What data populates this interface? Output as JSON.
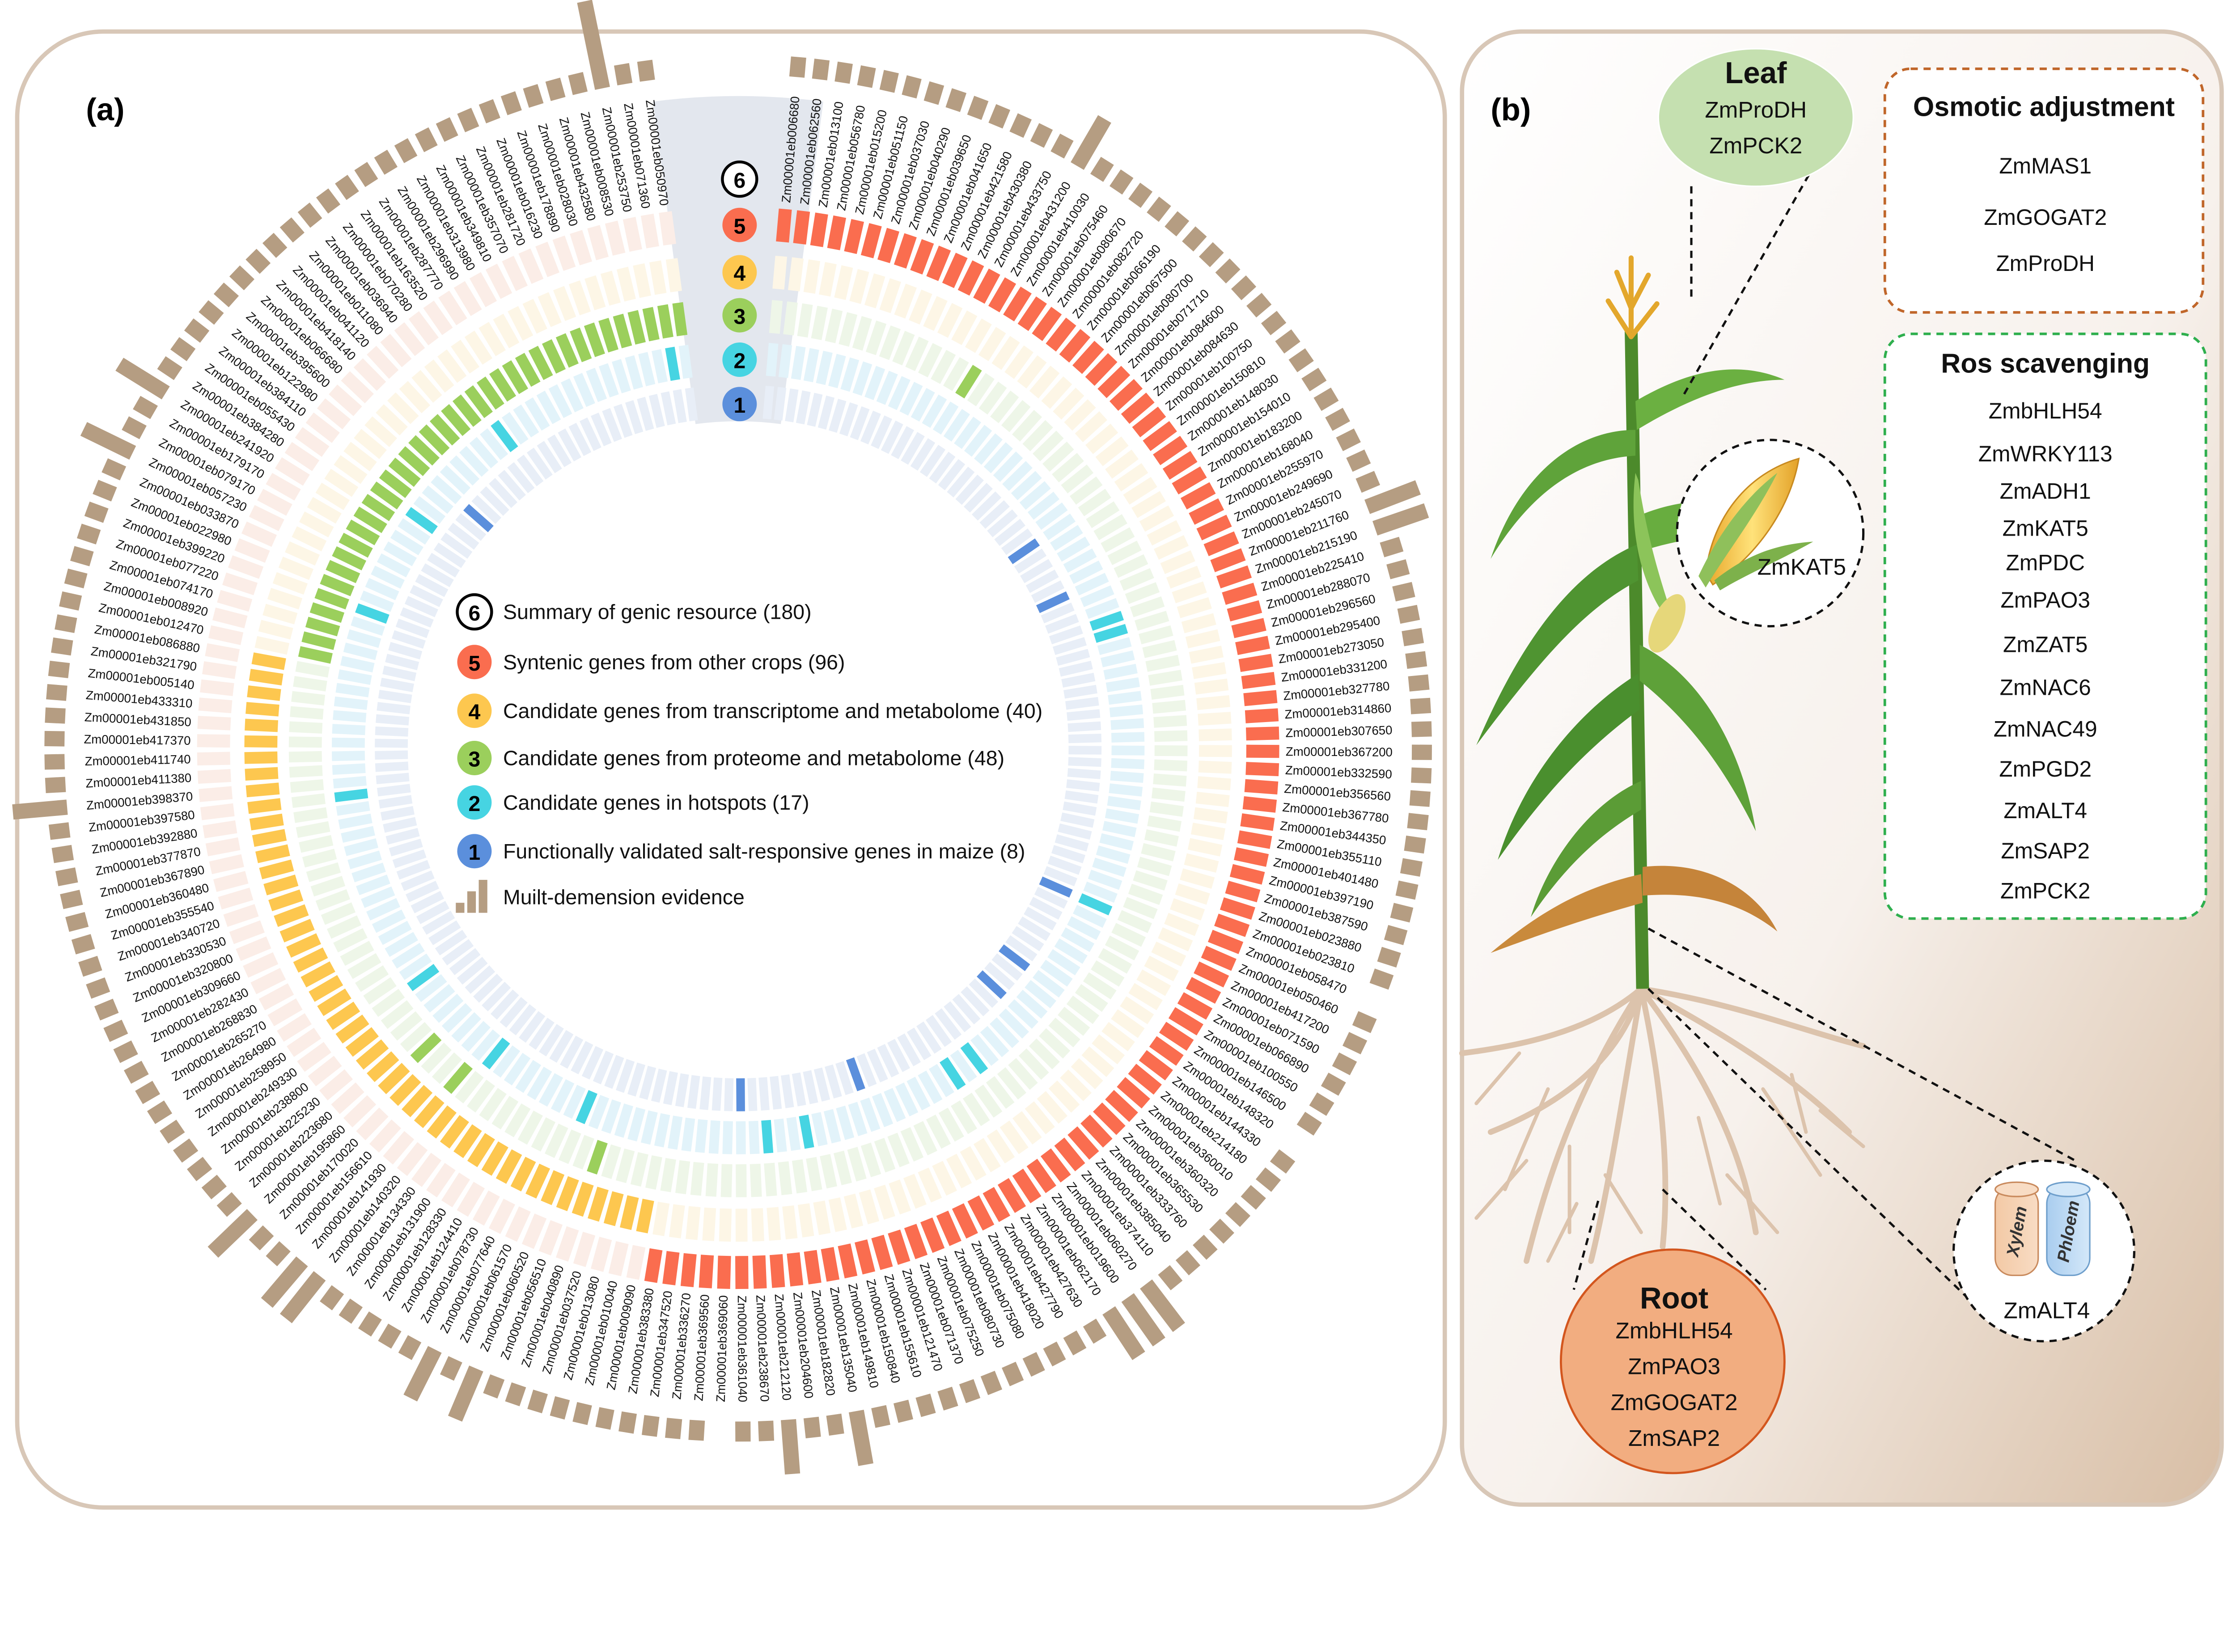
{
  "panel_a": {
    "label": "(a)",
    "colors": {
      "track1": "#5b8fdc",
      "track1_off": "#e8eef7",
      "track2": "#46d4e2",
      "track2_off": "#e2f3fa",
      "track3": "#9bcf5c",
      "track3_off": "#eef6e8",
      "track4": "#fdc74f",
      "track4_off": "#fdf6e6",
      "track5": "#fa6d4f",
      "track5_off": "#fbede7",
      "evidence": "#b59d82",
      "wedge": "#e3e7ee"
    },
    "legend": [
      {
        "number": "6",
        "label": "Summary of genic resource (180)",
        "color": "#ffffff"
      },
      {
        "number": "5",
        "label": "Syntenic genes from other crops (96)",
        "color": "#fa6d4f"
      },
      {
        "number": "4",
        "label": "Candidate genes from transcriptome and metabolome (40)",
        "color": "#fdc74f"
      },
      {
        "number": "3",
        "label": "Candidate genes from proteome and metabolome (48)",
        "color": "#9bcf5c"
      },
      {
        "number": "2",
        "label": "Candidate genes in hotspots (17)",
        "color": "#46d4e2"
      },
      {
        "number": "1",
        "label": "Functionally validated salt-responsive genes in maize (8)",
        "color": "#5b8fdc"
      }
    ],
    "evidence_legend": "Muilt-demension evidence",
    "wedge_numbers": [
      "6",
      "5",
      "4",
      "3",
      "2",
      "1"
    ],
    "genes": [
      {
        "id": "Zm00001eb006680",
        "tracks": "5",
        "evidence": 1
      },
      {
        "id": "Zm00001eb062560",
        "tracks": "5",
        "evidence": 1
      },
      {
        "id": "Zm00001eb013100",
        "tracks": "5",
        "evidence": 1
      },
      {
        "id": "Zm00001eb056780",
        "tracks": "5",
        "evidence": 1
      },
      {
        "id": "Zm00001eb015200",
        "tracks": "5",
        "evidence": 1
      },
      {
        "id": "Zm00001eb051150",
        "tracks": "5",
        "evidence": 1
      },
      {
        "id": "Zm00001eb037030",
        "tracks": "5",
        "evidence": 1
      },
      {
        "id": "Zm00001eb040290",
        "tracks": "5",
        "evidence": 1
      },
      {
        "id": "Zm00001eb039650",
        "tracks": "5",
        "evidence": 1
      },
      {
        "id": "Zm00001eb041650",
        "tracks": "5",
        "evidence": 1
      },
      {
        "id": "Zm00001eb421580",
        "tracks": "5",
        "evidence": 1
      },
      {
        "id": "Zm00001eb430380",
        "tracks": "5",
        "evidence": 1
      },
      {
        "id": "Zm00001eb433750",
        "tracks": "5",
        "evidence": 1
      },
      {
        "id": "Zm00001eb431200",
        "tracks": "5",
        "evidence": 2
      },
      {
        "id": "Zm00001eb410030",
        "tracks": "53",
        "evidence": 1
      },
      {
        "id": "Zm00001eb075460",
        "tracks": "5",
        "evidence": 1
      },
      {
        "id": "Zm00001eb080670",
        "tracks": "5",
        "evidence": 1
      },
      {
        "id": "Zm00001eb082720",
        "tracks": "5",
        "evidence": 1
      },
      {
        "id": "Zm00001eb066190",
        "tracks": "5",
        "evidence": 1
      },
      {
        "id": "Zm00001eb067500",
        "tracks": "5",
        "evidence": 1
      },
      {
        "id": "Zm00001eb080700",
        "tracks": "5",
        "evidence": 1
      },
      {
        "id": "Zm00001eb071710",
        "tracks": "5",
        "evidence": 1
      },
      {
        "id": "Zm00001eb084600",
        "tracks": "5",
        "evidence": 1
      },
      {
        "id": "Zm00001eb084630",
        "tracks": "5",
        "evidence": 1
      },
      {
        "id": "Zm00001eb100750",
        "tracks": "5",
        "evidence": 1
      },
      {
        "id": "Zm00001eb150810",
        "tracks": "5",
        "evidence": 1
      },
      {
        "id": "Zm00001eb148030",
        "tracks": "51",
        "evidence": 1
      },
      {
        "id": "Zm00001eb154010",
        "tracks": "5",
        "evidence": 1
      },
      {
        "id": "Zm00001eb183200",
        "tracks": "5",
        "evidence": 1
      },
      {
        "id": "Zm00001eb168040",
        "tracks": "5",
        "evidence": 1
      },
      {
        "id": "Zm00001eb255970",
        "tracks": "5",
        "evidence": 1
      },
      {
        "id": "Zm00001eb249690",
        "tracks": "51",
        "evidence": 1
      },
      {
        "id": "Zm00001eb245070",
        "tracks": "5",
        "evidence": 1
      },
      {
        "id": "Zm00001eb211760",
        "tracks": "5",
        "evidence": 2
      },
      {
        "id": "Zm00001eb215190",
        "tracks": "52",
        "evidence": 2
      },
      {
        "id": "Zm00001eb225410",
        "tracks": "52",
        "evidence": 1
      },
      {
        "id": "Zm00001eb288070",
        "tracks": "5",
        "evidence": 1
      },
      {
        "id": "Zm00001eb296560",
        "tracks": "5",
        "evidence": 1
      },
      {
        "id": "Zm00001eb295400",
        "tracks": "5",
        "evidence": 1
      },
      {
        "id": "Zm00001eb273050",
        "tracks": "5",
        "evidence": 1
      },
      {
        "id": "Zm00001eb331200",
        "tracks": "5",
        "evidence": 1
      },
      {
        "id": "Zm00001eb327780",
        "tracks": "5",
        "evidence": 1
      },
      {
        "id": "Zm00001eb314860",
        "tracks": "5",
        "evidence": 1
      },
      {
        "id": "Zm00001eb307650",
        "tracks": "5",
        "evidence": 1
      },
      {
        "id": "Zm00001eb367200",
        "tracks": "5",
        "evidence": 1
      },
      {
        "id": "Zm00001eb332590",
        "tracks": "5",
        "evidence": 1
      },
      {
        "id": "Zm00001eb356560",
        "tracks": "5",
        "evidence": 1
      },
      {
        "id": "Zm00001eb367780",
        "tracks": "5",
        "evidence": 1
      },
      {
        "id": "Zm00001eb344350",
        "tracks": "5",
        "evidence": 1
      },
      {
        "id": "Zm00001eb355110",
        "tracks": "5",
        "evidence": 1
      },
      {
        "id": "Zm00001eb401480",
        "tracks": "5",
        "evidence": 1
      },
      {
        "id": "Zm00001eb397190",
        "tracks": "5",
        "evidence": 1
      },
      {
        "id": "Zm00001eb387590",
        "tracks": "5",
        "evidence": 1
      },
      {
        "id": "Zm00001eb023880",
        "tracks": "5",
        "evidence": 1
      },
      {
        "id": "Zm00001eb023810",
        "tracks": "5",
        "evidence": 1
      },
      {
        "id": "Zm00001eb058470",
        "tracks": "5",
        "evidence": 0
      },
      {
        "id": "Zm00001eb050460",
        "tracks": "521",
        "evidence": 1
      },
      {
        "id": "Zm00001eb417200",
        "tracks": "5",
        "evidence": 1
      },
      {
        "id": "Zm00001eb071590",
        "tracks": "5",
        "evidence": 1
      },
      {
        "id": "Zm00001eb066890",
        "tracks": "5",
        "evidence": 1
      },
      {
        "id": "Zm00001eb100550",
        "tracks": "5",
        "evidence": 1
      },
      {
        "id": "Zm00001eb146500",
        "tracks": "5",
        "evidence": 1
      },
      {
        "id": "Zm00001eb148320",
        "tracks": "5",
        "evidence": 0
      },
      {
        "id": "Zm00001eb144330",
        "tracks": "51",
        "evidence": 1
      },
      {
        "id": "Zm00001eb214180",
        "tracks": "5",
        "evidence": 1
      },
      {
        "id": "Zm00001eb360010",
        "tracks": "5",
        "evidence": 1
      },
      {
        "id": "Zm00001eb360320",
        "tracks": "51",
        "evidence": 1
      },
      {
        "id": "Zm00001eb365530",
        "tracks": "5",
        "evidence": 1
      },
      {
        "id": "Zm00001eb333760",
        "tracks": "5",
        "evidence": 1
      },
      {
        "id": "Zm00001eb385040",
        "tracks": "5",
        "evidence": 1
      },
      {
        "id": "Zm00001eb374110",
        "tracks": "5",
        "evidence": 1
      },
      {
        "id": "Zm00001eb060270",
        "tracks": "52",
        "evidence": 2
      },
      {
        "id": "Zm00001eb019600",
        "tracks": "5",
        "evidence": 2
      },
      {
        "id": "Zm00001eb062170",
        "tracks": "52",
        "evidence": 2
      },
      {
        "id": "Zm00001eb427630",
        "tracks": "5",
        "evidence": 1
      },
      {
        "id": "Zm00001eb427790",
        "tracks": "5",
        "evidence": 1
      },
      {
        "id": "Zm00001eb418020",
        "tracks": "5",
        "evidence": 1
      },
      {
        "id": "Zm00001eb075080",
        "tracks": "5",
        "evidence": 1
      },
      {
        "id": "Zm00001eb080730",
        "tracks": "5",
        "evidence": 1
      },
      {
        "id": "Zm00001eb075250",
        "tracks": "5",
        "evidence": 1
      },
      {
        "id": "Zm00001eb071370",
        "tracks": "51",
        "evidence": 1
      },
      {
        "id": "Zm00001eb121470",
        "tracks": "5",
        "evidence": 1
      },
      {
        "id": "Zm00001eb155610",
        "tracks": "5",
        "evidence": 1
      },
      {
        "id": "Zm00001eb150840",
        "tracks": "5",
        "evidence": 1
      },
      {
        "id": "Zm00001eb149810",
        "tracks": "5",
        "evidence": 1
      },
      {
        "id": "Zm00001eb135040",
        "tracks": "52",
        "evidence": 2
      },
      {
        "id": "Zm00001eb182820",
        "tracks": "5",
        "evidence": 1
      },
      {
        "id": "Zm00001eb204600",
        "tracks": "5",
        "evidence": 1
      },
      {
        "id": "Zm00001eb212120",
        "tracks": "52",
        "evidence": 2
      },
      {
        "id": "Zm00001eb238670",
        "tracks": "5",
        "evidence": 1
      },
      {
        "id": "Zm00001eb361040",
        "tracks": "51",
        "evidence": 1
      },
      {
        "id": "Zm00001eb369060",
        "tracks": "5",
        "evidence": 0
      },
      {
        "id": "Zm00001eb369560",
        "tracks": "5",
        "evidence": 1
      },
      {
        "id": "Zm00001eb336270",
        "tracks": "5",
        "evidence": 1
      },
      {
        "id": "Zm00001eb347520",
        "tracks": "5",
        "evidence": 1
      },
      {
        "id": "Zm00001eb383380",
        "tracks": "5",
        "evidence": 1
      },
      {
        "id": "Zm00001eb009090",
        "tracks": "4",
        "evidence": 1
      },
      {
        "id": "Zm00001eb010040",
        "tracks": "4",
        "evidence": 1
      },
      {
        "id": "Zm00001eb013080",
        "tracks": "4",
        "evidence": 1
      },
      {
        "id": "Zm00001eb037520",
        "tracks": "4",
        "evidence": 1
      },
      {
        "id": "Zm00001eb040890",
        "tracks": "43",
        "evidence": 1
      },
      {
        "id": "Zm00001eb056510",
        "tracks": "4",
        "evidence": 1
      },
      {
        "id": "Zm00001eb060520",
        "tracks": "42",
        "evidence": 2
      },
      {
        "id": "Zm00001eb061570",
        "tracks": "4",
        "evidence": 1
      },
      {
        "id": "Zm00001eb077640",
        "tracks": "4",
        "evidence": 2
      },
      {
        "id": "Zm00001eb078730",
        "tracks": "4",
        "evidence": 1
      },
      {
        "id": "Zm00001eb124410",
        "tracks": "4",
        "evidence": 1
      },
      {
        "id": "Zm00001eb128330",
        "tracks": "4",
        "evidence": 1
      },
      {
        "id": "Zm00001eb131900",
        "tracks": "4",
        "evidence": 1
      },
      {
        "id": "Zm00001eb134330",
        "tracks": "4",
        "evidence": 1
      },
      {
        "id": "Zm00001eb140320",
        "tracks": "42",
        "evidence": 2
      },
      {
        "id": "Zm00001eb141930",
        "tracks": "43",
        "evidence": 2
      },
      {
        "id": "Zm00001eb156610",
        "tracks": "4",
        "evidence": 1
      },
      {
        "id": "Zm00001eb170020",
        "tracks": "4",
        "evidence": 1
      },
      {
        "id": "Zm00001eb195860",
        "tracks": "43",
        "evidence": 2
      },
      {
        "id": "Zm00001eb223680",
        "tracks": "4",
        "evidence": 1
      },
      {
        "id": "Zm00001eb225230",
        "tracks": "4",
        "evidence": 1
      },
      {
        "id": "Zm00001eb238800",
        "tracks": "4",
        "evidence": 1
      },
      {
        "id": "Zm00001eb249330",
        "tracks": "42",
        "evidence": 1
      },
      {
        "id": "Zm00001eb258950",
        "tracks": "4",
        "evidence": 1
      },
      {
        "id": "Zm00001eb264980",
        "tracks": "4",
        "evidence": 1
      },
      {
        "id": "Zm00001eb265270",
        "tracks": "4",
        "evidence": 1
      },
      {
        "id": "Zm00001eb268830",
        "tracks": "4",
        "evidence": 1
      },
      {
        "id": "Zm00001eb282430",
        "tracks": "4",
        "evidence": 1
      },
      {
        "id": "Zm00001eb309660",
        "tracks": "4",
        "evidence": 1
      },
      {
        "id": "Zm00001eb320800",
        "tracks": "4",
        "evidence": 1
      },
      {
        "id": "Zm00001eb330530",
        "tracks": "4",
        "evidence": 1
      },
      {
        "id": "Zm00001eb340720",
        "tracks": "4",
        "evidence": 1
      },
      {
        "id": "Zm00001eb355540",
        "tracks": "4",
        "evidence": 1
      },
      {
        "id": "Zm00001eb360480",
        "tracks": "4",
        "evidence": 1
      },
      {
        "id": "Zm00001eb367890",
        "tracks": "4",
        "evidence": 1
      },
      {
        "id": "Zm00001eb377870",
        "tracks": "4",
        "evidence": 1
      },
      {
        "id": "Zm00001eb392880",
        "tracks": "4",
        "evidence": 1
      },
      {
        "id": "Zm00001eb397580",
        "tracks": "42",
        "evidence": 1
      },
      {
        "id": "Zm00001eb398370",
        "tracks": "4",
        "evidence": 2
      },
      {
        "id": "Zm00001eb411380",
        "tracks": "4",
        "evidence": 1
      },
      {
        "id": "Zm00001eb411740",
        "tracks": "4",
        "evidence": 1
      },
      {
        "id": "Zm00001eb417370",
        "tracks": "4",
        "evidence": 1
      },
      {
        "id": "Zm00001eb431850",
        "tracks": "4",
        "evidence": 1
      },
      {
        "id": "Zm00001eb433310",
        "tracks": "4",
        "evidence": 1
      },
      {
        "id": "Zm00001eb005140",
        "tracks": "4",
        "evidence": 1
      },
      {
        "id": "Zm00001eb321790",
        "tracks": "4",
        "evidence": 1
      },
      {
        "id": "Zm00001eb086880",
        "tracks": "4",
        "evidence": 1
      },
      {
        "id": "Zm00001eb012470",
        "tracks": "3",
        "evidence": 1
      },
      {
        "id": "Zm00001eb008920",
        "tracks": "3",
        "evidence": 1
      },
      {
        "id": "Zm00001eb074170",
        "tracks": "3",
        "evidence": 1
      },
      {
        "id": "Zm00001eb077220",
        "tracks": "3",
        "evidence": 1
      },
      {
        "id": "Zm00001eb399220",
        "tracks": "32",
        "evidence": 1
      },
      {
        "id": "Zm00001eb022980",
        "tracks": "3",
        "evidence": 1
      },
      {
        "id": "Zm00001eb033870",
        "tracks": "3",
        "evidence": 1
      },
      {
        "id": "Zm00001eb057230",
        "tracks": "3",
        "evidence": 2
      },
      {
        "id": "Zm00001eb079170",
        "tracks": "3",
        "evidence": 1
      },
      {
        "id": "Zm00001eb179170",
        "tracks": "3",
        "evidence": 1
      },
      {
        "id": "Zm00001eb241920",
        "tracks": "3",
        "evidence": 2
      },
      {
        "id": "Zm00001eb384280",
        "tracks": "3",
        "evidence": 1
      },
      {
        "id": "Zm00001eb055430",
        "tracks": "32",
        "evidence": 1
      },
      {
        "id": "Zm00001eb384110",
        "tracks": "3",
        "evidence": 1
      },
      {
        "id": "Zm00001eb122980",
        "tracks": "3",
        "evidence": 1
      },
      {
        "id": "Zm00001eb395600",
        "tracks": "31",
        "evidence": 1
      },
      {
        "id": "Zm00001eb066680",
        "tracks": "3",
        "evidence": 1
      },
      {
        "id": "Zm00001eb418140",
        "tracks": "3",
        "evidence": 1
      },
      {
        "id": "Zm00001eb041120",
        "tracks": "3",
        "evidence": 1
      },
      {
        "id": "Zm00001eb011080",
        "tracks": "3",
        "evidence": 1
      },
      {
        "id": "Zm00001eb036940",
        "tracks": "3",
        "evidence": 1
      },
      {
        "id": "Zm00001eb070280",
        "tracks": "32",
        "evidence": 1
      },
      {
        "id": "Zm00001eb163520",
        "tracks": "3",
        "evidence": 1
      },
      {
        "id": "Zm00001eb287770",
        "tracks": "3",
        "evidence": 1
      },
      {
        "id": "Zm00001eb296990",
        "tracks": "3",
        "evidence": 1
      },
      {
        "id": "Zm00001eb313980",
        "tracks": "3",
        "evidence": 1
      },
      {
        "id": "Zm00001eb349810",
        "tracks": "3",
        "evidence": 1
      },
      {
        "id": "Zm00001eb357070",
        "tracks": "3",
        "evidence": 1
      },
      {
        "id": "Zm00001eb281720",
        "tracks": "3",
        "evidence": 1
      },
      {
        "id": "Zm00001eb016230",
        "tracks": "3",
        "evidence": 1
      },
      {
        "id": "Zm00001eb178890",
        "tracks": "3",
        "evidence": 1
      },
      {
        "id": "Zm00001eb028030",
        "tracks": "3",
        "evidence": 1
      },
      {
        "id": "Zm00001eb432580",
        "tracks": "3",
        "evidence": 1
      },
      {
        "id": "Zm00001eb008530",
        "tracks": "3",
        "evidence": 1
      },
      {
        "id": "Zm00001eb253750",
        "tracks": "3",
        "evidence": 3
      },
      {
        "id": "Zm00001eb071360",
        "tracks": "32",
        "evidence": 1
      },
      {
        "id": "Zm00001eb050970",
        "tracks": "3",
        "evidence": 1
      }
    ]
  },
  "panel_b": {
    "label": "(b)",
    "leaf": {
      "title": "Leaf",
      "genes": [
        {
          "name": "ZmProDH",
          "color": "#111111"
        },
        {
          "name": "ZmPCK2",
          "color": "#e8231c"
        }
      ]
    },
    "ear": {
      "gene": "ZmKAT5",
      "color": "#1a1ad8"
    },
    "root": {
      "title": "Root",
      "genes": [
        {
          "name": "ZmbHLH54",
          "color": "#1a1ad8"
        },
        {
          "name": "ZmPAO3",
          "color": "#e8231c"
        },
        {
          "name": "ZmGOGAT2",
          "color": "#e8231c"
        },
        {
          "name": "ZmSAP2",
          "color": "#e8231c"
        }
      ]
    },
    "vascular": {
      "xylem": "Xylem",
      "phloem": "Phloem",
      "gene": "ZmALT4",
      "color": "#e8231c"
    },
    "osmotic": {
      "title": "Osmotic adjustment",
      "color": "#c0662a",
      "genes": [
        "ZmMAS1",
        "ZmGOGAT2",
        "ZmProDH"
      ]
    },
    "ros": {
      "title": "Ros scavenging",
      "color": "#2faf4e",
      "genes": [
        "ZmbHLH54",
        "ZmWRKY113",
        "ZmADH1",
        "ZmKAT5",
        "ZmPDC",
        "ZmPAO3",
        "ZmZAT5",
        "ZmNAC6",
        "ZmNAC49",
        "ZmPGD2",
        "ZmALT4",
        "ZmSAP2",
        "ZmPCK2"
      ]
    }
  }
}
